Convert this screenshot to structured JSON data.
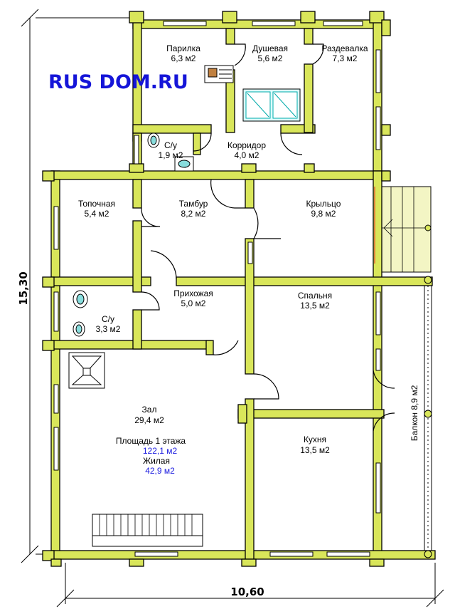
{
  "logo": {
    "text": "RUS DOM.RU"
  },
  "dimensions": {
    "height": "15,30",
    "width": "10,60"
  },
  "rooms": [
    {
      "id": "parilka",
      "name": "Парилка",
      "area": "6,3 м2"
    },
    {
      "id": "dushevaya",
      "name": "Душевая",
      "area": "5,6 м2"
    },
    {
      "id": "razdevalka",
      "name": "Раздевалка",
      "area": "7,3 м2"
    },
    {
      "id": "su-small",
      "name": "С/у",
      "area": "1,9 м2"
    },
    {
      "id": "koridor",
      "name": "Корридор",
      "area": "4,0 м2"
    },
    {
      "id": "topochnaya",
      "name": "Топочная",
      "area": "5,4 м2"
    },
    {
      "id": "tambur",
      "name": "Тамбур",
      "area": "8,2 м2"
    },
    {
      "id": "kryltso",
      "name": "Крыльцо",
      "area": "9,8 м2"
    },
    {
      "id": "prikhozhaya",
      "name": "Прихожая",
      "area": "5,0 м2"
    },
    {
      "id": "spalnya",
      "name": "Спальня",
      "area": "13,5 м2"
    },
    {
      "id": "su-large",
      "name": "С/у",
      "area": "3,3 м2"
    },
    {
      "id": "zal",
      "name": "Зал",
      "area": "29,4 м2"
    },
    {
      "id": "kukhnya",
      "name": "Кухня",
      "area": "13,5 м2"
    }
  ],
  "balcony": {
    "label": "Балкон 8,9 м2"
  },
  "summary": {
    "total_label": "Площадь 1 этажа",
    "total_value": "122,1 м2",
    "living_label": "Жилая",
    "living_value": "42,9 м2"
  },
  "colors": {
    "wall": "#d9e65a",
    "porch": "#f3f5c4",
    "blue_text": "#1a1adf",
    "door_accent": "#e06030"
  }
}
